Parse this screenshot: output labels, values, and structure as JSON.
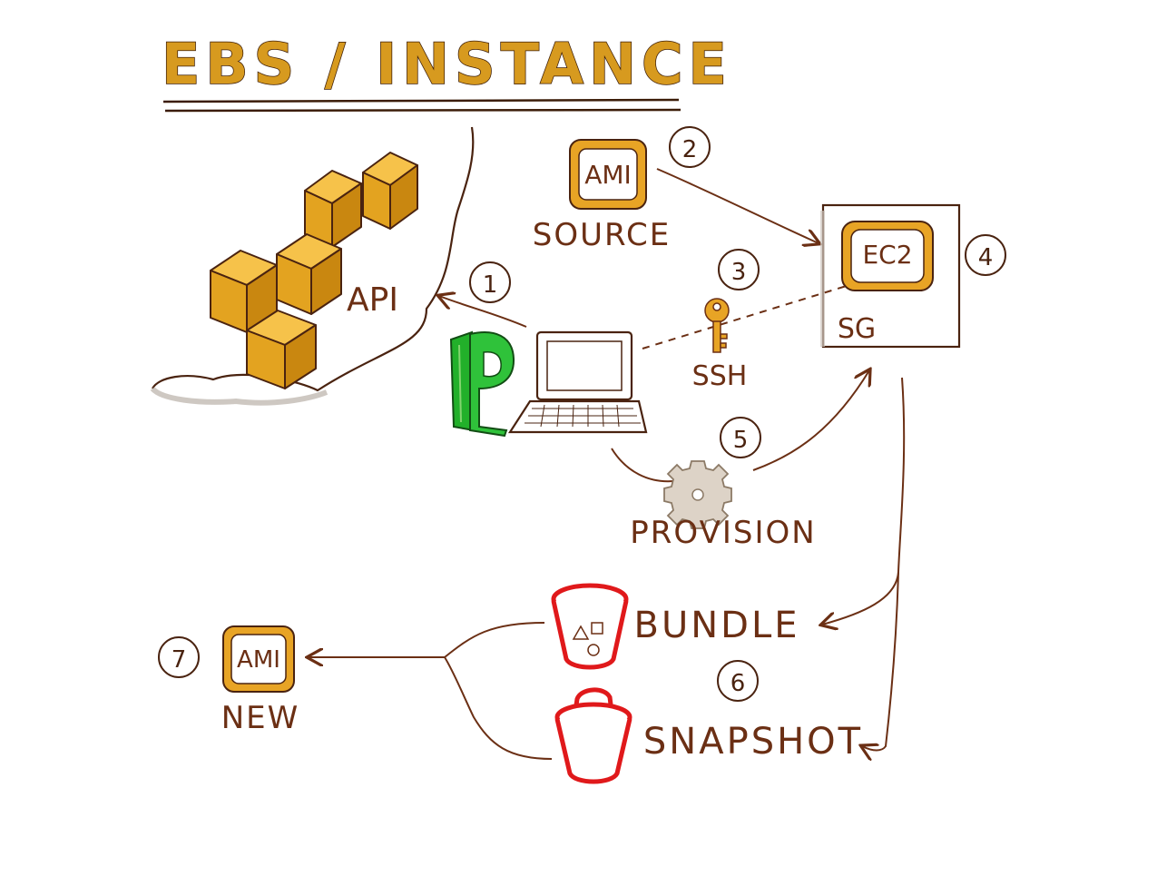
{
  "title": "EBS / INSTANCE",
  "cloud": {
    "label": "API"
  },
  "steps": {
    "s1": "1",
    "s2": "2",
    "s3": "3",
    "s4": "4",
    "s5": "5",
    "s6": "6",
    "s7": "7"
  },
  "nodes": {
    "ami_source": {
      "icon_label": "AMI",
      "caption": "SOURCE"
    },
    "ec2": {
      "icon_label": "EC2",
      "group_label": "SG"
    },
    "ssh": {
      "caption": "SSH"
    },
    "provision": {
      "caption": "PROVISION"
    },
    "bundle": {
      "caption": "BUNDLE"
    },
    "snapshot": {
      "caption": "SNAPSHOT"
    },
    "ami_new": {
      "icon_label": "AMI",
      "caption": "NEW"
    }
  },
  "colors": {
    "ink": "#6b2f14",
    "orange": "#e8a425",
    "green": "#22b02a",
    "red": "#e0191b",
    "title": "#d79a1f"
  }
}
